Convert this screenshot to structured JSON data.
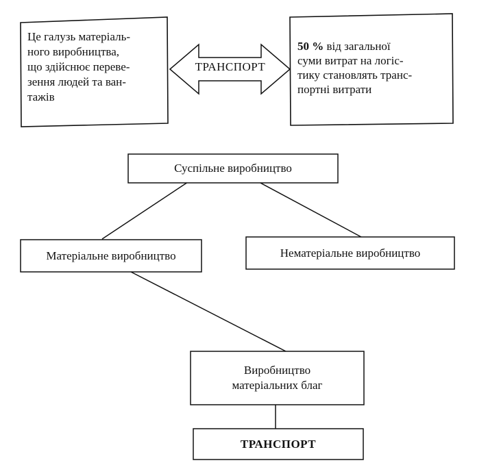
{
  "left_box": {
    "text": "Це галузь матеріаль-\nного виробництва,\nщо здійснює переве-\nзення людей та ван-\nтажів"
  },
  "right_box": {
    "lead": "50 %",
    "text": " від загальної\nсуми витрат на логіс-\nтику становлять транс-\nпортні витрати"
  },
  "double_arrow": {
    "label": "ТРАНСПОРТ"
  },
  "tree": {
    "root": "Суспільне виробництво",
    "material": "Матеріальне виробництво",
    "nonmaterial": "Нематеріальне виробництво",
    "goods": "Виробництво\nматеріальних благ",
    "transport": "ТРАНСПОРТ"
  }
}
